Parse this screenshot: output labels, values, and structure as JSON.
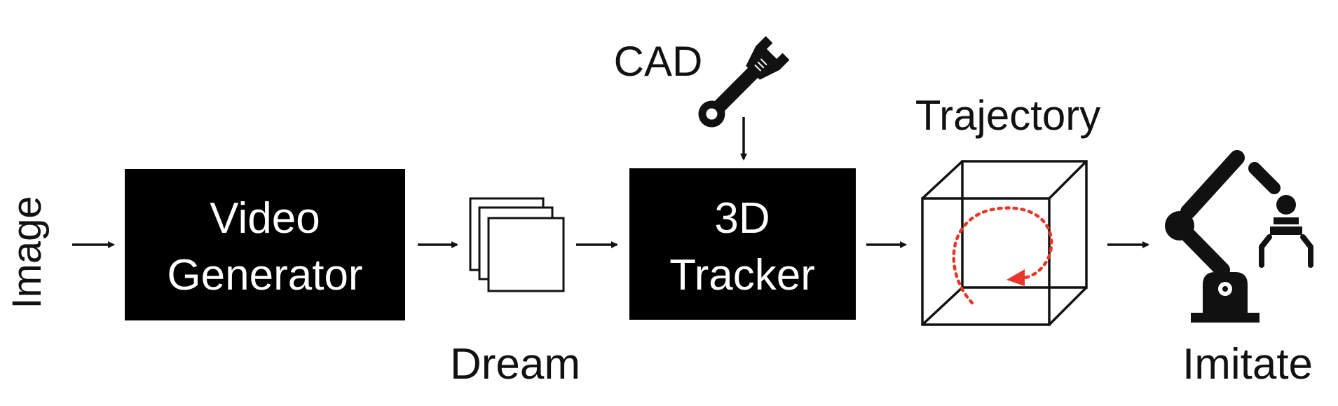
{
  "labels": {
    "input": "Image",
    "dream": "Dream",
    "cad": "CAD",
    "trajectory": "Trajectory",
    "imitate": "Imitate"
  },
  "boxes": {
    "video_generator": {
      "line1": "Video",
      "line2": "Generator"
    },
    "tracker": {
      "line1": "3D",
      "line2": "Tracker"
    }
  },
  "icons": {
    "cad": "wrench-icon",
    "frames": "frame-stack-icon",
    "trajectory": "cube-trajectory-icon",
    "robot": "robot-arm-icon"
  },
  "colors": {
    "box_fill": "#000000",
    "box_text": "#ffffff",
    "stroke": "#111111",
    "trajectory": "#e8372a"
  }
}
